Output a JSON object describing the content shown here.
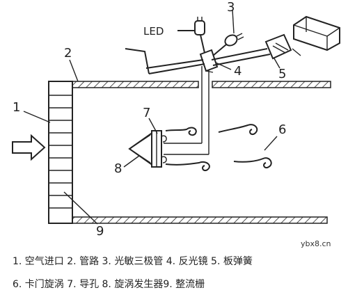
{
  "labels": {
    "n1": "1",
    "n2": "2",
    "n3": "3",
    "n4": "4",
    "n5": "5",
    "n6": "6",
    "n7": "7",
    "n8": "8",
    "n9": "9",
    "led": "LED"
  },
  "legend": {
    "line1": "1. 空气进口  2. 管路  3. 光敏三极管  4. 反光镜  5. 板弹簧",
    "line2": "6.  卡门旋涡  7. 导孔  8. 旋涡发生器9. 整流栅"
  },
  "watermark": "ybx8.cn"
}
